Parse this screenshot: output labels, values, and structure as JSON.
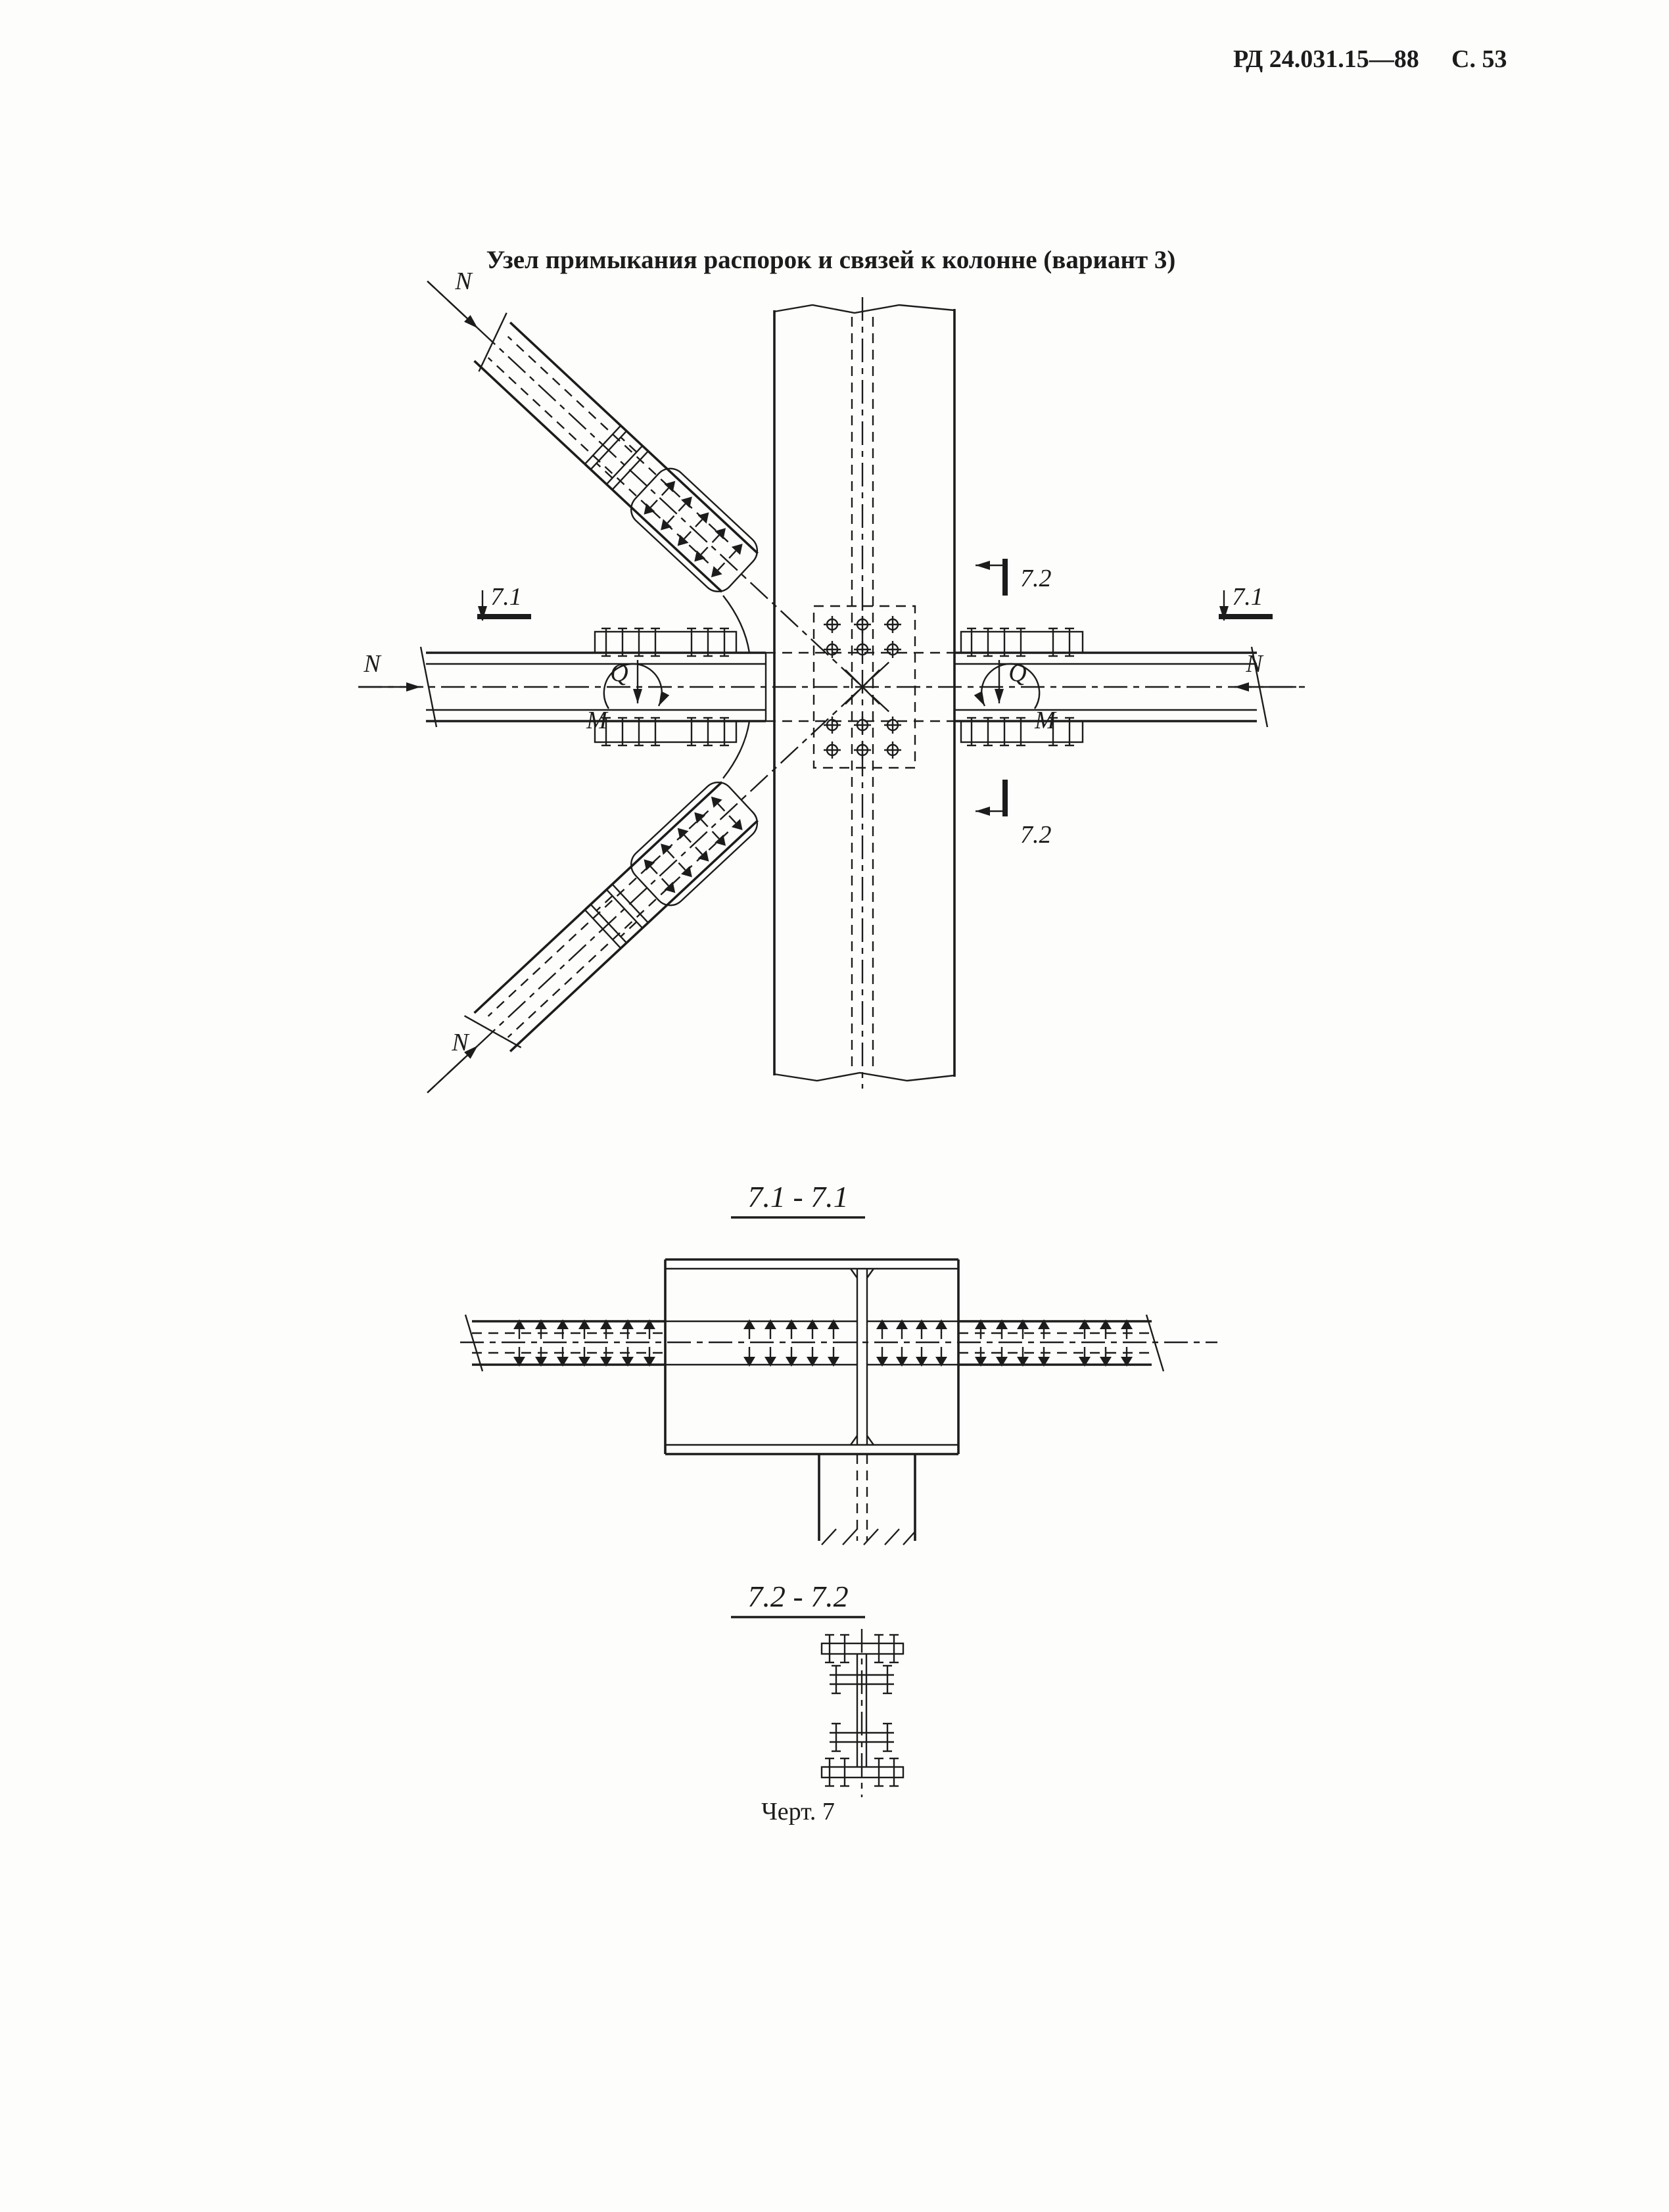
{
  "header": {
    "doc_number": "РД 24.031.15—88",
    "page_number": "С. 53"
  },
  "drawing": {
    "title": "Узел примыкания распорок и связей к колонне (вариант 3)",
    "caption": "Черт. 7",
    "labels": {
      "axial_force": "N",
      "shear_force": "Q",
      "moment": "M",
      "section_7_1": "7.1",
      "section_7_2": "7.2"
    },
    "sections": {
      "s71_title": "7.1 - 7.1",
      "s72_title": "7.2 - 7.2"
    },
    "ink_color": "#1c1c1c",
    "paper_color": "#fdfdfb"
  }
}
